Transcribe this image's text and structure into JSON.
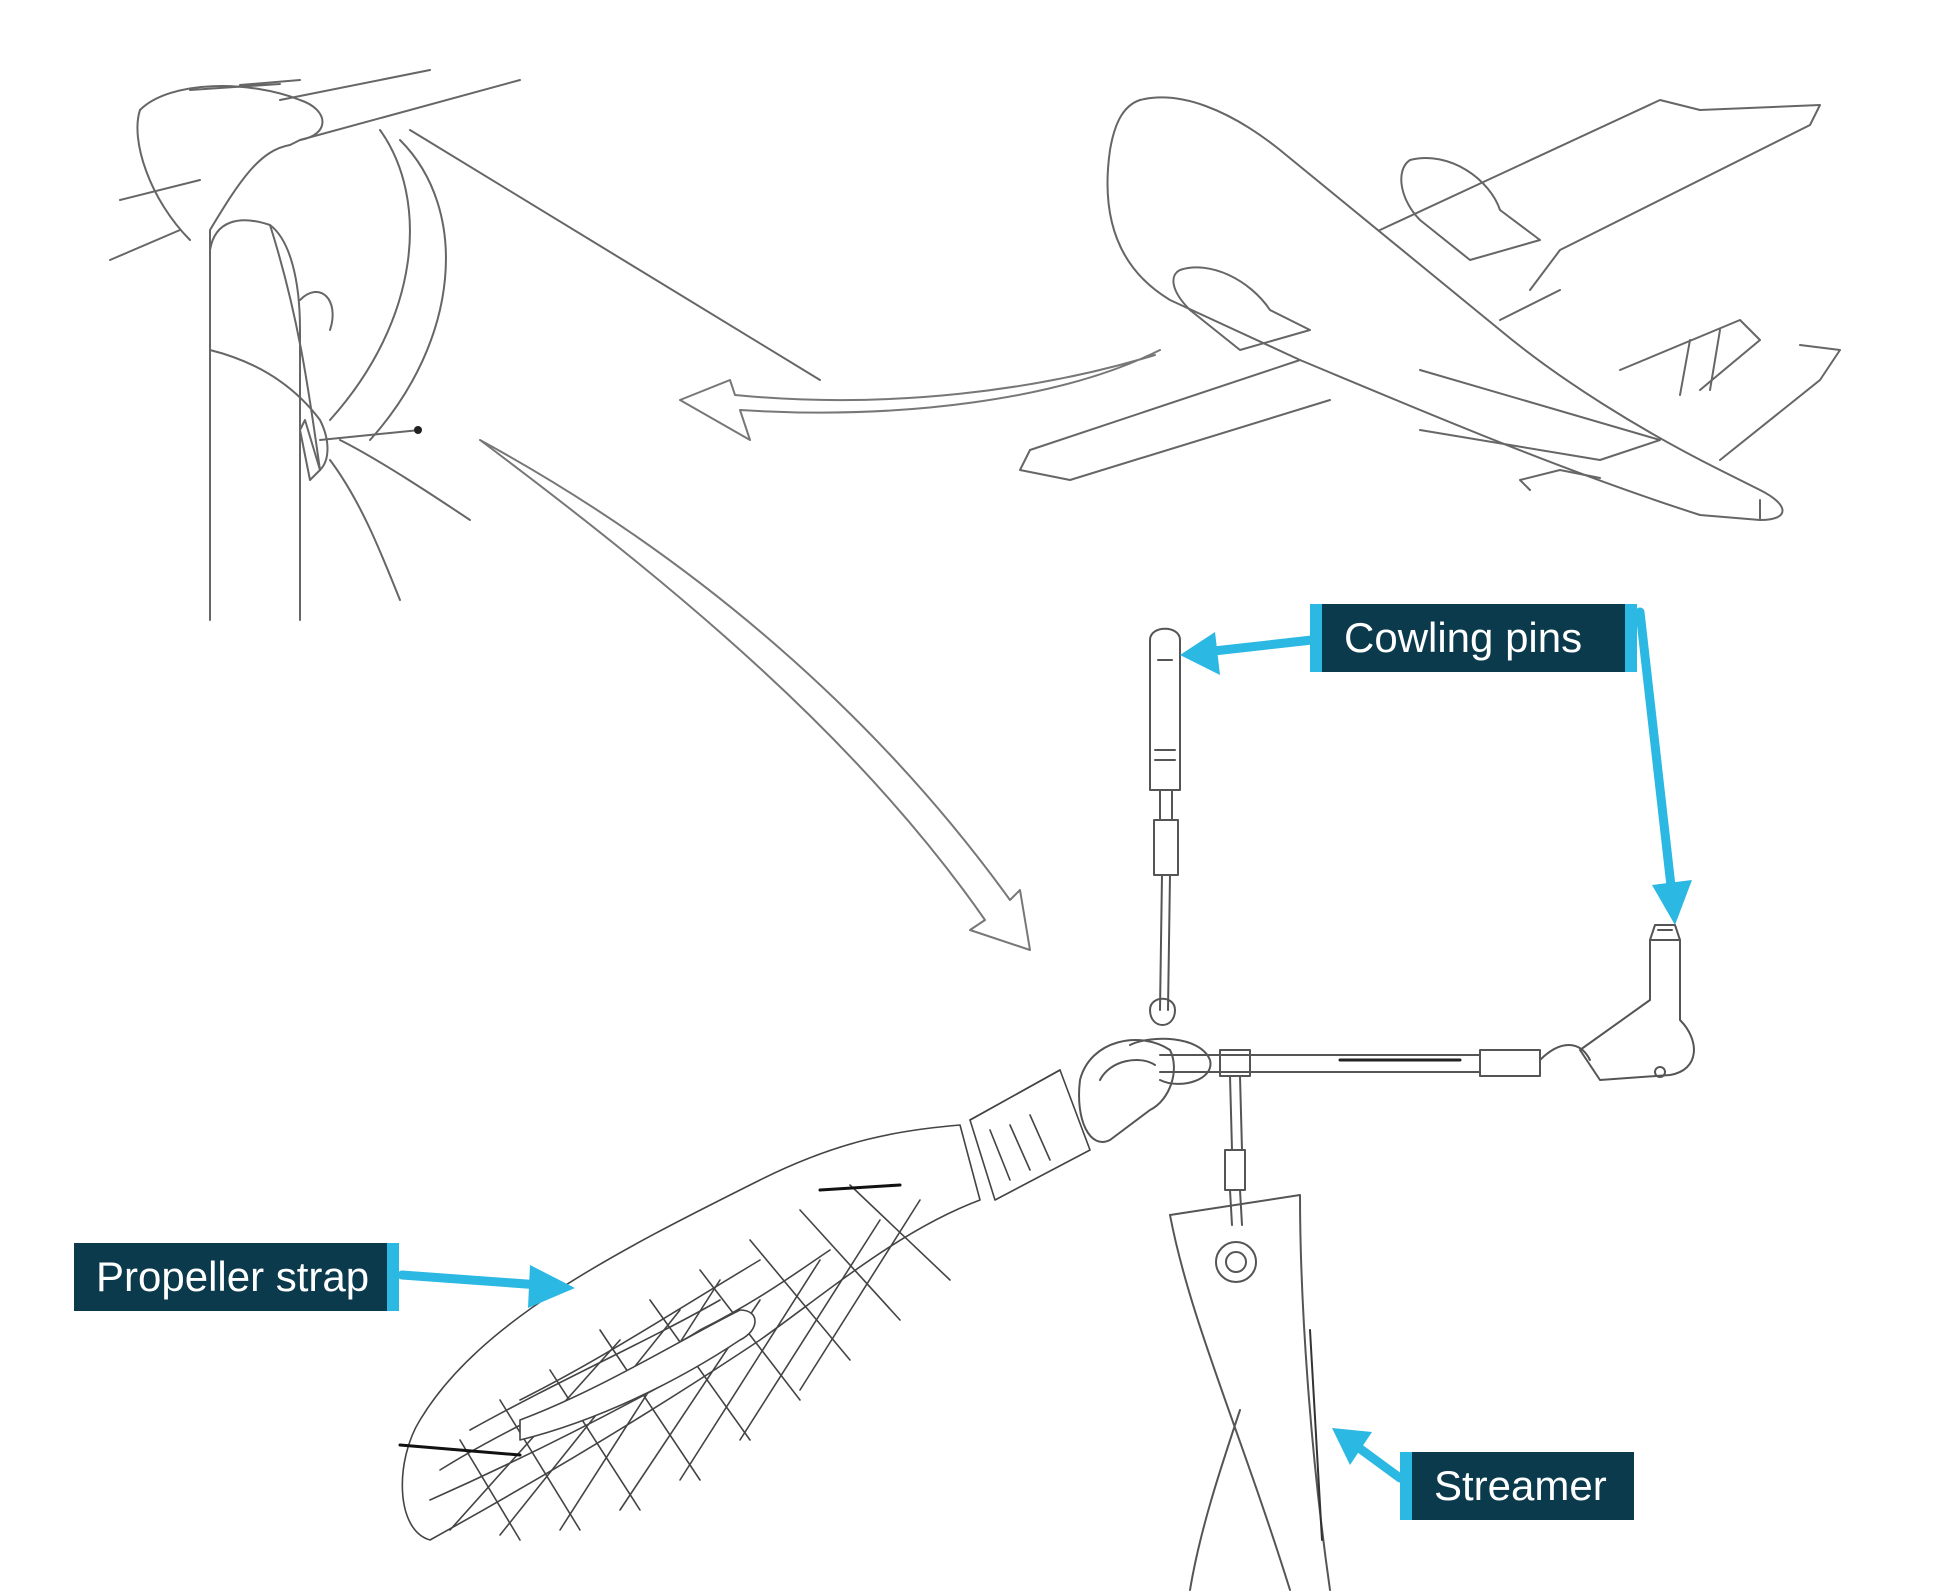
{
  "labels": {
    "cowling_pins": "Cowling pins",
    "propeller_strap": "Propeller strap",
    "streamer": "Streamer"
  },
  "colors": {
    "label_background": "#0b3a4d",
    "label_text": "#ffffff",
    "accent_arrow": "#2bb8e3",
    "line_art": "#555555"
  }
}
